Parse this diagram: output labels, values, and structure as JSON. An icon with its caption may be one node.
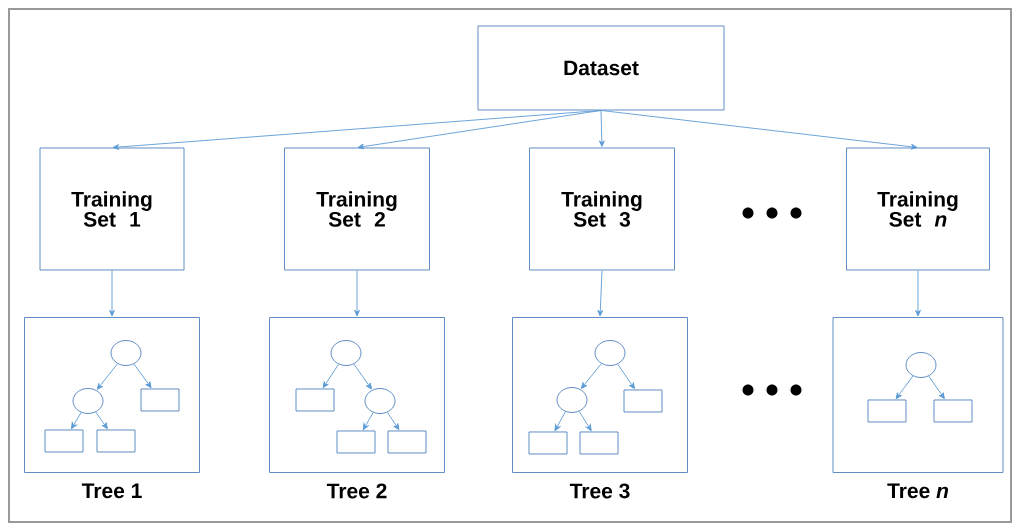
{
  "diagram": {
    "nodes": [
      {
        "text": [
          "Dataset"
        ]
      },
      {
        "text": [
          "Training Set 1"
        ]
      },
      {
        "text": [
          "Training Set 2"
        ]
      },
      {
        "text": [
          "Training Set 3"
        ]
      },
      {
        "text": [
          "Training Set *n*"
        ]
      },
      {
        "text": [],
        "shape": "box",
        "beside": [
          "Tree 1"
        ]
      },
      {
        "text": [],
        "shape": "circle",
        "in": 5
      },
      {
        "text": [],
        "shape": "circle",
        "in": 5
      },
      {
        "text": [],
        "shape": "box",
        "in": 5
      },
      {
        "text": [],
        "shape": "box",
        "in": 5
      },
      {
        "text": [],
        "shape": "box",
        "in": 5
      },
      {
        "text": [],
        "shape": "box",
        "beside": [
          "Tree 2"
        ]
      },
      {
        "text": [],
        "shape": "circle",
        "in": 11
      },
      {
        "text": [],
        "shape": "box",
        "in": 11
      },
      {
        "text": [],
        "shape": "circle",
        "in": 11
      },
      {
        "text": [],
        "shape": "box",
        "in": 11
      },
      {
        "text": [],
        "shape": "box",
        "in": 11
      },
      {
        "text": [],
        "shape": "box",
        "beside": [
          "Tree 3"
        ]
      },
      {
        "text": [],
        "shape": "circle",
        "in": 17
      },
      {
        "text": [],
        "shape": "circle",
        "in": 17
      },
      {
        "text": [],
        "shape": "box",
        "in": 17
      },
      {
        "text": [],
        "shape": "box",
        "in": 17
      },
      {
        "text": [],
        "shape": "box",
        "in": 17
      },
      {
        "text": [],
        "shape": "box",
        "beside": [
          "Tree *n*"
        ]
      },
      {
        "text": [],
        "shape": "circle",
        "in": 23
      },
      {
        "text": [],
        "shape": "box",
        "in": 23
      },
      {
        "text": [],
        "shape": "box",
        "in": 23
      }
    ],
    "edges": [
      {
        "from": 0,
        "to": 1,
        "arrow": "to"
      },
      {
        "from": 0,
        "to": 2,
        "arrow": "to"
      },
      {
        "from": 0,
        "to": 3,
        "arrow": "to"
      },
      {
        "from": 0,
        "to": 4,
        "arrow": "to"
      },
      {
        "from": 1,
        "to": 5,
        "arrow": "to"
      },
      {
        "from": 2,
        "to": 11,
        "arrow": "to"
      },
      {
        "from": 3,
        "to": 17,
        "arrow": "to"
      },
      {
        "from": 4,
        "to": 23,
        "arrow": "to"
      },
      {
        "from": 6,
        "to": 7,
        "arrow": "to"
      },
      {
        "from": 6,
        "to": 8,
        "arrow": "to"
      },
      {
        "from": 7,
        "to": 9,
        "arrow": "to"
      },
      {
        "from": 7,
        "to": 10,
        "arrow": "to"
      },
      {
        "from": 12,
        "to": 13,
        "arrow": "to"
      },
      {
        "from": 12,
        "to": 14,
        "arrow": "to"
      },
      {
        "from": 14,
        "to": 15,
        "arrow": "to"
      },
      {
        "from": 14,
        "to": 16,
        "arrow": "to"
      },
      {
        "from": 18,
        "to": 19,
        "arrow": "to"
      },
      {
        "from": 18,
        "to": 20,
        "arrow": "to"
      },
      {
        "from": 19,
        "to": 21,
        "arrow": "to"
      },
      {
        "from": 19,
        "to": 22,
        "arrow": "to"
      },
      {
        "from": 24,
        "to": 25,
        "arrow": "to"
      },
      {
        "from": 24,
        "to": 26,
        "arrow": "to"
      }
    ]
  }
}
